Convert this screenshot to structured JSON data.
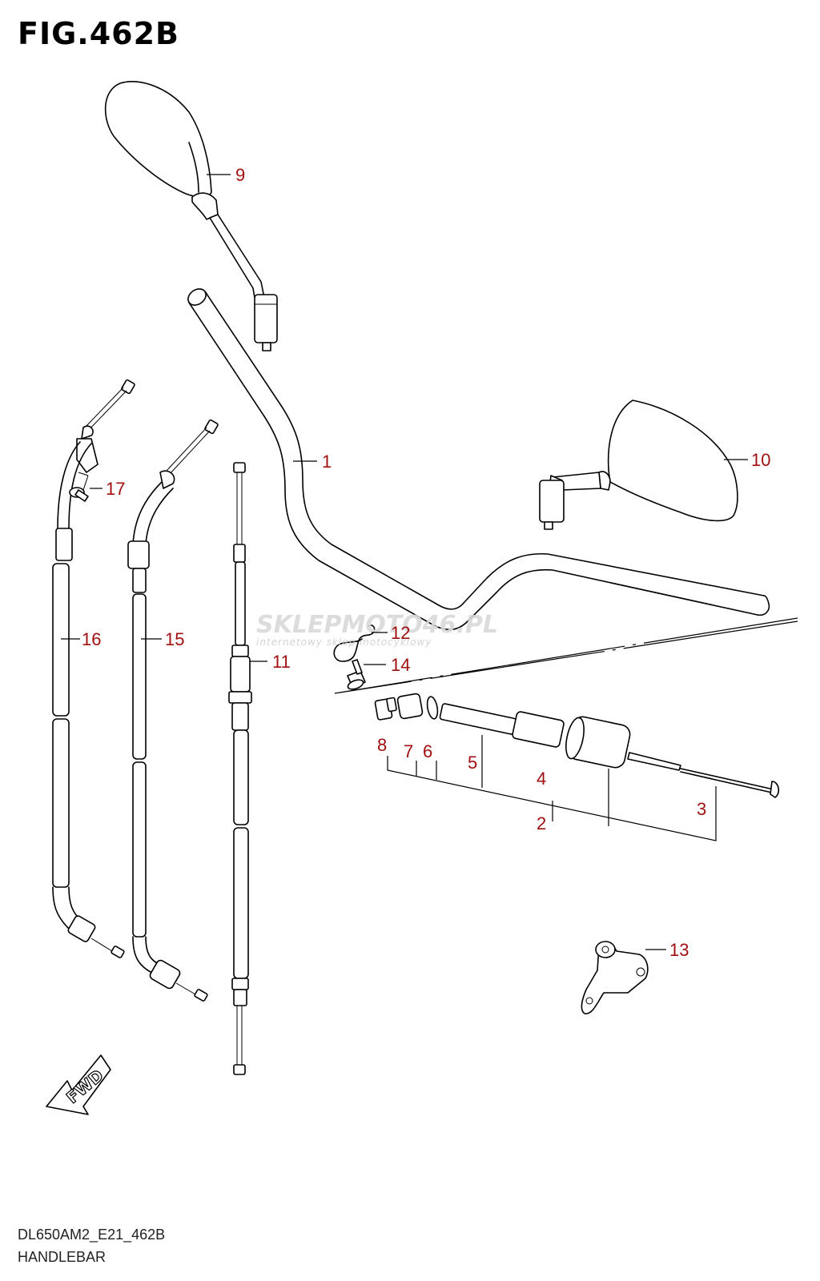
{
  "figure": {
    "title": "FIG.462B",
    "model_code": "DL650AM2_E21_462B",
    "section_name": "HANDLEBAR"
  },
  "watermark": {
    "brand": "SKLEPMOTO46.PL",
    "tagline": "internetowy sklep motocyklowy"
  },
  "fwd_label": "FWD",
  "callouts": [
    {
      "id": "c1",
      "label": "1"
    },
    {
      "id": "c2",
      "label": "2"
    },
    {
      "id": "c3",
      "label": "3"
    },
    {
      "id": "c4",
      "label": "4"
    },
    {
      "id": "c5",
      "label": "5"
    },
    {
      "id": "c6",
      "label": "6"
    },
    {
      "id": "c7",
      "label": "7"
    },
    {
      "id": "c8",
      "label": "8"
    },
    {
      "id": "c9",
      "label": "9"
    },
    {
      "id": "c10",
      "label": "10"
    },
    {
      "id": "c11",
      "label": "11"
    },
    {
      "id": "c12",
      "label": "12"
    },
    {
      "id": "c13",
      "label": "13"
    },
    {
      "id": "c14",
      "label": "14"
    },
    {
      "id": "c15",
      "label": "15"
    },
    {
      "id": "c16",
      "label": "16"
    },
    {
      "id": "c17",
      "label": "17"
    }
  ],
  "colors": {
    "callout": "#a01010",
    "linework": "#000000",
    "watermark": "#d9d9d9"
  }
}
